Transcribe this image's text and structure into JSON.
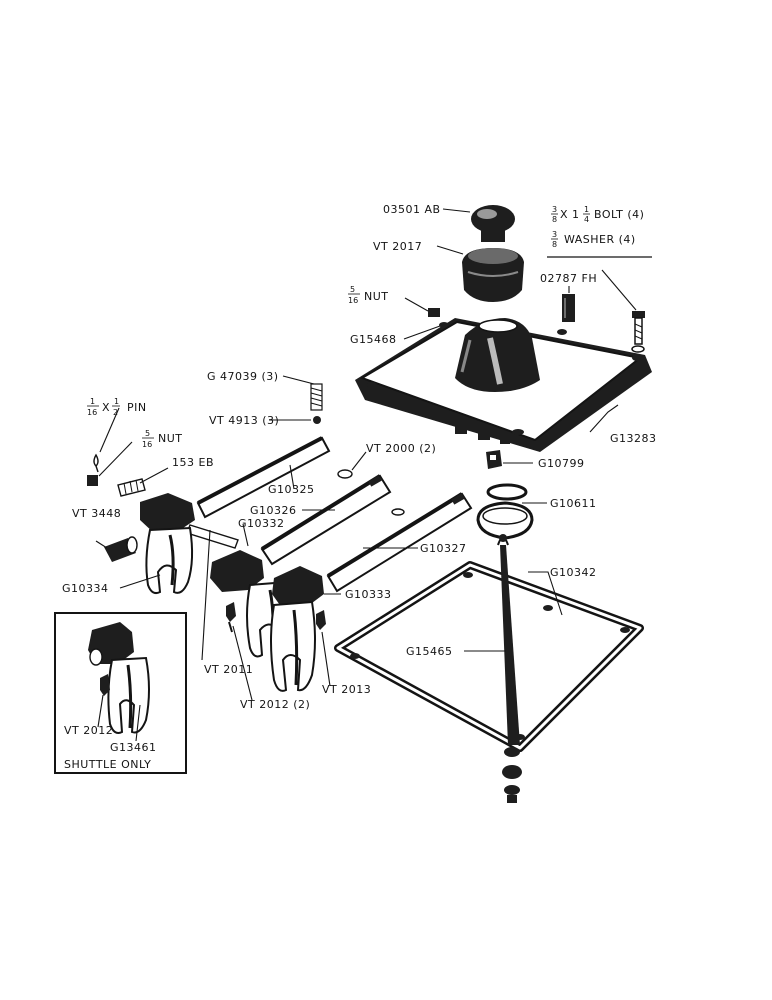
{
  "parts": {
    "knob": "03501 AB",
    "boot": "VT 2017",
    "cover": "G13283",
    "bolt": {
      "whole": "X 1",
      "num_a": "3",
      "den_a": "8",
      "num_b": "1",
      "den_b": "4",
      "suffix": "BOLT (4)"
    },
    "washer": {
      "num": "3",
      "den": "8",
      "suffix": "WASHER (4)"
    },
    "pin_0278": "02787 FH",
    "nut_top": {
      "num": "5",
      "den": "16",
      "suffix": "NUT"
    },
    "g15468": "G15468",
    "g47039": "G 47039 (3)",
    "vt4913": "VT 4913 (3)",
    "pin_left": {
      "num_a": "1",
      "den_a": "16",
      "mid": "X",
      "num_b": "1",
      "den_b": "2",
      "suffix": "PIN"
    },
    "nut_left": {
      "num": "5",
      "den": "16",
      "suffix": "NUT"
    },
    "p153eb": "153 EB",
    "vt3448": "VT 3448",
    "g10325": "G10325",
    "g10326": "G10326",
    "g10327": "G10327",
    "vt2000": "VT 2000 (2)",
    "g10799": "G10799",
    "g10611": "G10611",
    "g10332": "G10332",
    "g10334": "G10334",
    "g10333": "G10333",
    "g10342": "G10342",
    "g15465": "G15465",
    "vt2011": "VT 2011",
    "vt2012_2": "VT 2012 (2)",
    "vt2013": "VT 2013",
    "inset": {
      "vt2012": "VT 2012",
      "g13461": "G13461",
      "caption": "SHUTTLE ONLY"
    }
  },
  "icons": [
    "gear-shifter-assembly-illustration"
  ]
}
